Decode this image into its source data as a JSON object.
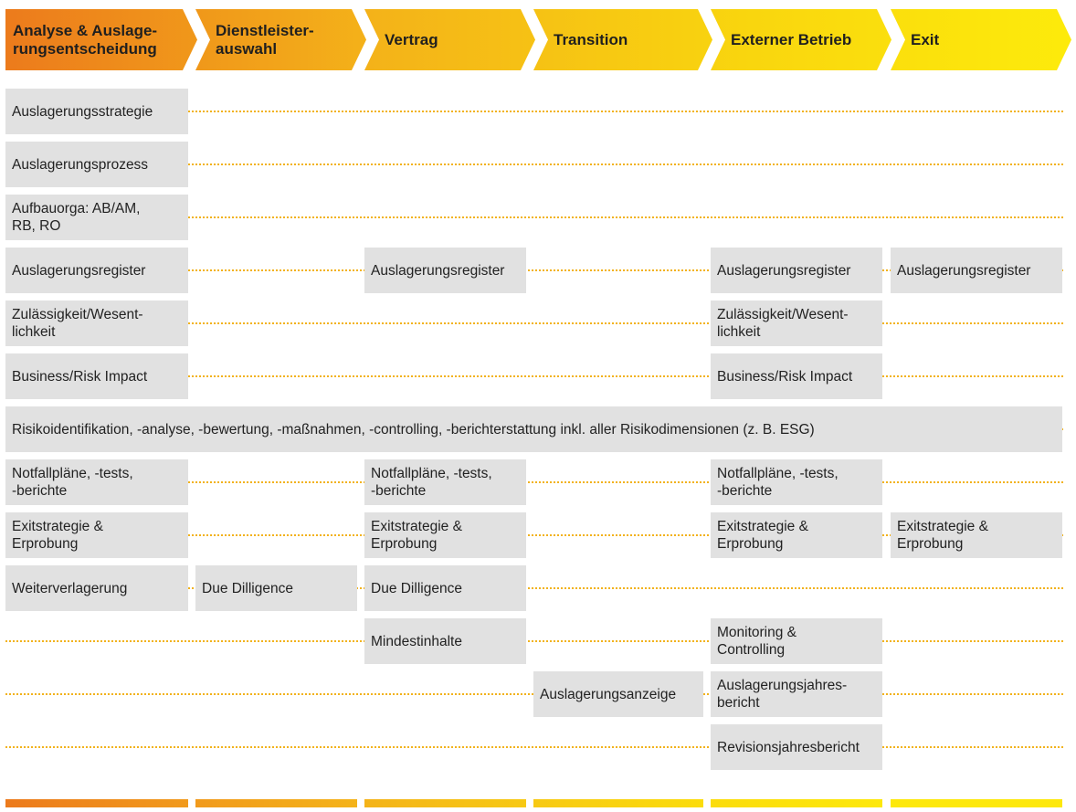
{
  "phases": [
    "Analyse & Auslage-\nrungsentscheidung",
    "Dienstleister-\nauswahl",
    "Vertrag",
    "Transition",
    "Externer Betrieb",
    "Exit"
  ],
  "colors": {
    "phase_gradient": [
      "#ec7a1c",
      "#f19a1c",
      "#f4b319",
      "#f7c914",
      "#fbdc0c",
      "#fde80b"
    ],
    "box": "#e1e1e1",
    "dotted_line": "#f2b21a"
  },
  "rows": [
    {
      "id": "strategie",
      "cells": [
        {
          "phase": 0,
          "text": "Auslagerungsstrategie"
        }
      ]
    },
    {
      "id": "prozess",
      "cells": [
        {
          "phase": 0,
          "text": "Auslagerungsprozess"
        }
      ]
    },
    {
      "id": "aufbauorga",
      "cells": [
        {
          "phase": 0,
          "text": "Aufbauorga: AB/AM,\nRB, RO"
        }
      ]
    },
    {
      "id": "register",
      "cells": [
        {
          "phase": 0,
          "text": "Auslagerungsregister"
        },
        {
          "phase": 2,
          "text": "Auslagerungsregister"
        },
        {
          "phase": 4,
          "text": "Auslagerungsregister"
        },
        {
          "phase": 5,
          "text": "Auslagerungsregister"
        }
      ]
    },
    {
      "id": "zulaessigkeit",
      "cells": [
        {
          "phase": 0,
          "text": "Zulässigkeit/Wesent-\nlichkeit"
        },
        {
          "phase": 4,
          "text": "Zulässigkeit/Wesent-\nlichkeit"
        }
      ]
    },
    {
      "id": "impact",
      "cells": [
        {
          "phase": 0,
          "text": "Business/Risk Impact"
        },
        {
          "phase": 4,
          "text": "Business/Risk Impact"
        }
      ]
    },
    {
      "id": "risiko",
      "cells": [
        {
          "phase": 0,
          "span": 6,
          "text": "Risikoidentifikation, -analyse, -bewertung, -maßnahmen, -controlling, -berichterstattung inkl. aller Risikodimensionen (z. B. ESG)"
        }
      ]
    },
    {
      "id": "notfall",
      "cells": [
        {
          "phase": 0,
          "text": "Notfallpläne, -tests,\n-berichte"
        },
        {
          "phase": 2,
          "text": "Notfallpläne, -tests,\n-berichte"
        },
        {
          "phase": 4,
          "text": "Notfallpläne, -tests,\n-berichte"
        }
      ]
    },
    {
      "id": "exitstrategie",
      "cells": [
        {
          "phase": 0,
          "text": "Exitstrategie &\nErprobung"
        },
        {
          "phase": 2,
          "text": "Exitstrategie &\nErprobung"
        },
        {
          "phase": 4,
          "text": "Exitstrategie &\nErprobung"
        },
        {
          "phase": 5,
          "text": "Exitstrategie &\nErprobung"
        }
      ]
    },
    {
      "id": "due-diligence",
      "cells": [
        {
          "phase": 0,
          "text": "Weiterverlagerung"
        },
        {
          "phase": 1,
          "text": "Due Dilligence"
        },
        {
          "phase": 2,
          "text": "Due Dilligence"
        }
      ]
    },
    {
      "id": "mindestinhalte",
      "cells": [
        {
          "phase": 2,
          "text": "Mindestinhalte"
        },
        {
          "phase": 4,
          "text": "Monitoring &\nControlling"
        }
      ]
    },
    {
      "id": "anzeige",
      "cells": [
        {
          "phase": 3,
          "text": "Auslagerungsanzeige"
        },
        {
          "phase": 4,
          "text": "Auslagerungsjahres-\nbericht"
        }
      ]
    },
    {
      "id": "revision",
      "cells": [
        {
          "phase": 4,
          "text": "Revisionsjahresbericht"
        }
      ]
    }
  ]
}
